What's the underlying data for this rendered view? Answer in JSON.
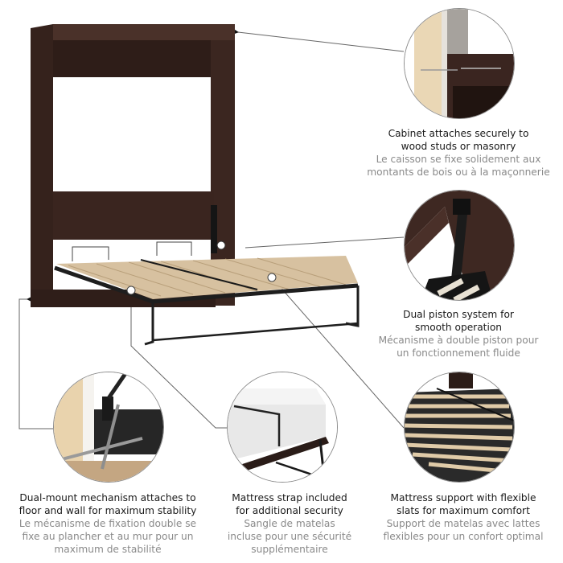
{
  "product": {
    "name": "Murphy wall bed with cabinet",
    "wood_color": "#3b2620",
    "metal_color": "#1e1e1e",
    "slat_color": "#dcc7a5"
  },
  "features": [
    {
      "id": "cabinet-attach",
      "en": [
        "Cabinet attaches securely to",
        "wood studs or masonry"
      ],
      "fr": [
        "Le caisson se fixe solidement aux",
        "montants de bois ou à la maçonnerie"
      ]
    },
    {
      "id": "dual-piston",
      "en": [
        "Dual piston system for",
        "smooth operation"
      ],
      "fr": [
        "Mécanisme à double piston pour",
        "un fonctionnement fluide"
      ]
    },
    {
      "id": "dual-mount",
      "en": [
        "Dual-mount mechanism attaches to",
        "floor and wall for maximum stability"
      ],
      "fr": [
        "Le mécanisme de fixation double se",
        "fixe au plancher et au mur pour un",
        "maximum de stabilité"
      ]
    },
    {
      "id": "mattress-strap",
      "en": [
        "Mattress strap included",
        "for additional security"
      ],
      "fr": [
        "Sangle de matelas",
        "incluse pour une sécurité",
        "supplémentaire"
      ]
    },
    {
      "id": "mattress-support",
      "en": [
        "Mattress support with flexible",
        "slats for maximum comfort"
      ],
      "fr": [
        "Support de matelas avec lattes",
        "flexibles pour un confort optimal"
      ]
    }
  ]
}
